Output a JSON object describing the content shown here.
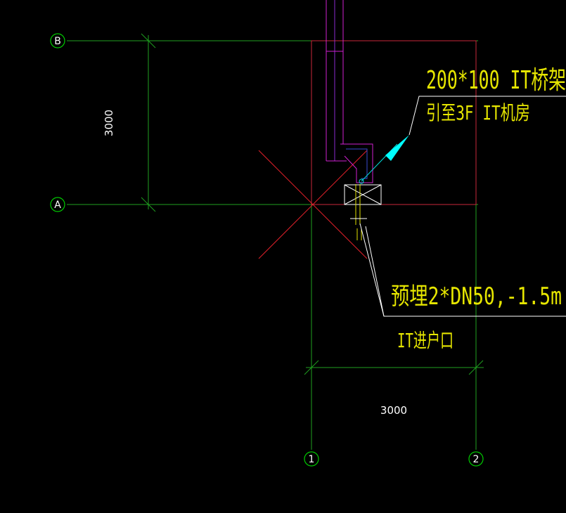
{
  "grid": {
    "rows": [
      {
        "label": "B"
      },
      {
        "label": "A"
      }
    ],
    "cols": [
      {
        "label": "1"
      },
      {
        "label": "2"
      }
    ]
  },
  "dimensions": {
    "vertical": "3000",
    "horizontal": "3000"
  },
  "annotations": {
    "tray_spec": "200*100 IT桥架",
    "tray_route": "引至3F IT机房",
    "embed_spec": "预埋2*DN50,-1.5m",
    "entry_label": "IT进户口"
  },
  "colors": {
    "background": "#000000",
    "grid": "#00ff00",
    "axis_bubble": "#00cc00",
    "room": "#ff0000",
    "tray": "#ff00ff",
    "leader": "#00ffff",
    "text_note": "#ffff00",
    "text_dim": "#ffffff"
  }
}
